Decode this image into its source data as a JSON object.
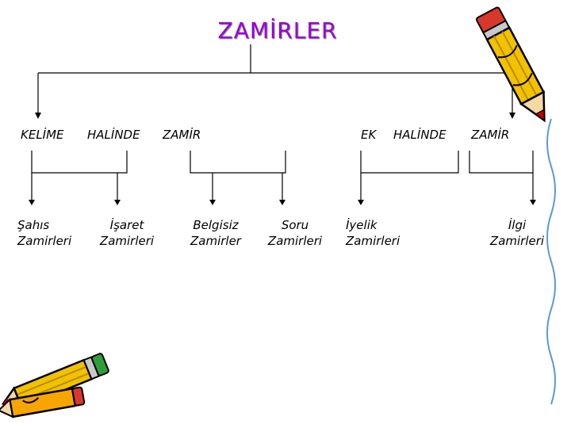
{
  "title": "ZAMİRLER",
  "headers": {
    "left": [
      "KELİME",
      "HALİNDE",
      "ZAMİR"
    ],
    "right": [
      "EK",
      "HALİNDE",
      "ZAMİR"
    ]
  },
  "leaves": [
    {
      "line1": "Şahıs",
      "line2": "Zamirleri"
    },
    {
      "line1": "İşaret",
      "line2": "Zamirleri"
    },
    {
      "line1": "Belgisiz",
      "line2": "Zamirler"
    },
    {
      "line1": "Soru",
      "line2": "Zamirleri"
    },
    {
      "line1": "İyelik",
      "line2": "Zamirleri"
    },
    {
      "line1": "İlgi",
      "line2": "Zamirleri"
    }
  ],
  "colors": {
    "title": "#9b00d6",
    "lines": "#000000",
    "pencil_body": "#f2c200",
    "pencil_tip": "#c80000",
    "eraser": "#2e9e3a"
  },
  "icons": [
    "pencil-icon-top-right",
    "pencil-icon-bottom-left"
  ]
}
